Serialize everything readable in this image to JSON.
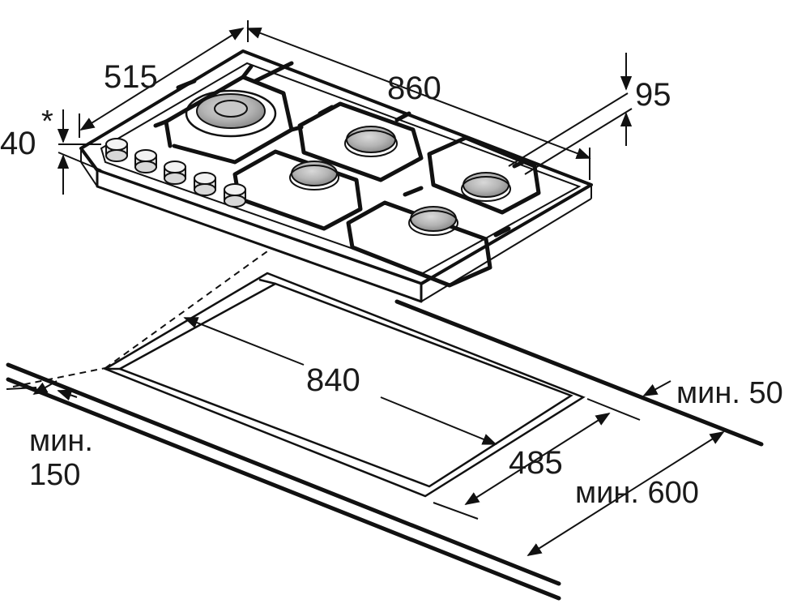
{
  "dimensions": {
    "depth_hob": "515",
    "width_hob": "860",
    "edge_height": "95",
    "height_above": "40",
    "height_mark": "*",
    "cutout_width": "840",
    "cutout_depth": "485",
    "min_back": "мин. 50",
    "min_front": "мин. 600",
    "min_side_line1": "мин.",
    "min_side_line2": "150"
  },
  "burners": [
    "wok-burner",
    "burner-rear-middle",
    "burner-rear-right",
    "burner-front-middle",
    "burner-front-right"
  ],
  "knobs_count": 5
}
